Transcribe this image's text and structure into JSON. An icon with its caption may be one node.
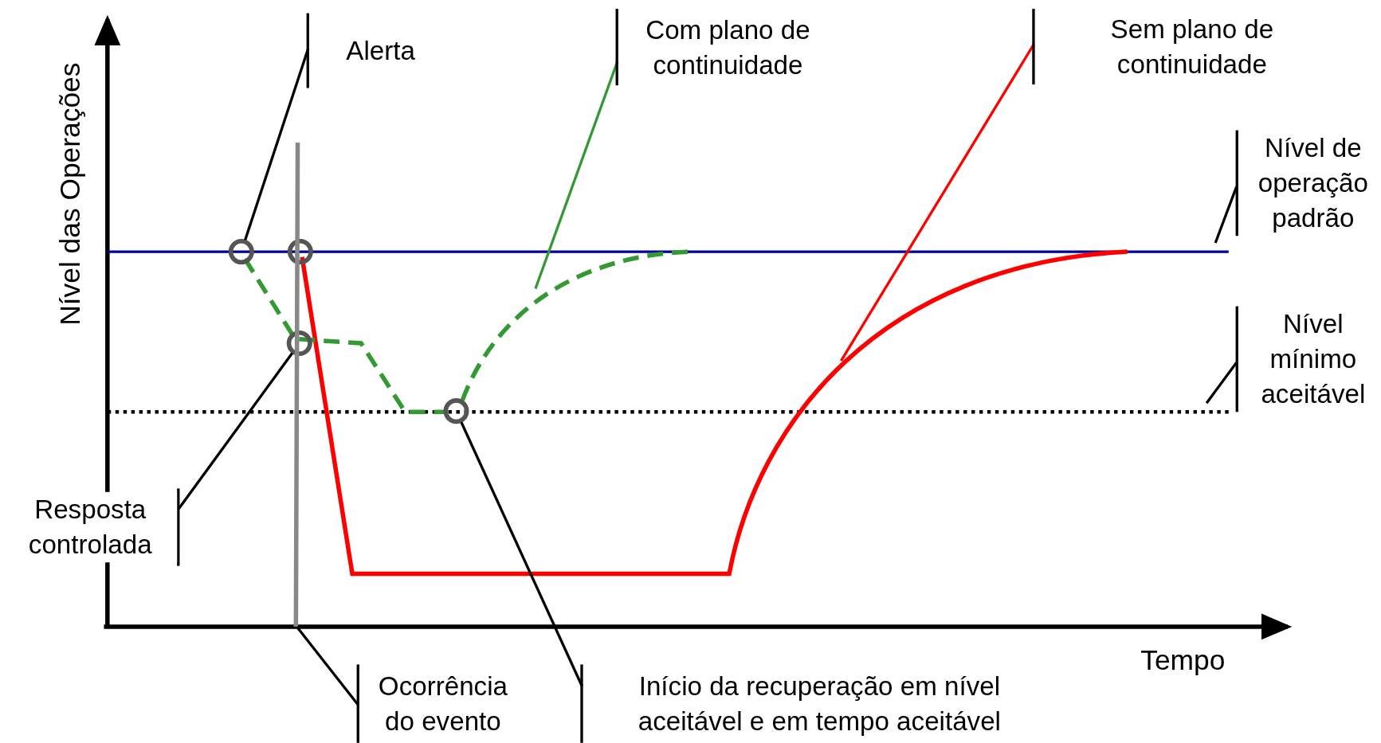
{
  "diagram": {
    "nodes": [
      {
        "text": [
          "Alerta"
        ]
      },
      {
        "text": [
          "Com plano de continuidade"
        ]
      },
      {
        "text": [
          "Sem plano de continuidade"
        ]
      },
      {
        "text": [
          "Nível de operação padrão"
        ]
      },
      {
        "text": [
          "Nível mínimo aceitável"
        ]
      },
      {
        "text": [
          "Resposta controlada"
        ]
      },
      {
        "text": [
          "Ocorrência do evento"
        ]
      },
      {
        "text": [
          "Início da recuperação em nível aceitável e em tempo aceitável"
        ]
      },
      {
        "text": [],
        "shape": "circle"
      },
      {
        "text": [],
        "shape": "circle"
      },
      {
        "text": [],
        "shape": "circle"
      },
      {
        "text": [],
        "shape": "circle"
      },
      {
        "text": [],
        "shape": "bar"
      }
    ],
    "edges": [
      {
        "from": 0,
        "to": 8,
        "arrow": "none"
      },
      {
        "from": 1,
        "to": null,
        "arrow": "none",
        "color": "#339933"
      },
      {
        "from": 2,
        "to": null,
        "arrow": "none",
        "color": "#ff0000"
      },
      {
        "from": 3,
        "to": null,
        "arrow": "none"
      },
      {
        "from": 4,
        "to": null,
        "arrow": "none"
      },
      {
        "from": 5,
        "to": 10,
        "arrow": "none"
      },
      {
        "from": 6,
        "to": 12,
        "arrow": "none"
      },
      {
        "from": 7,
        "to": 11,
        "arrow": "none"
      }
    ],
    "labels": [
      "Nível das Operações",
      "Tempo"
    ]
  }
}
